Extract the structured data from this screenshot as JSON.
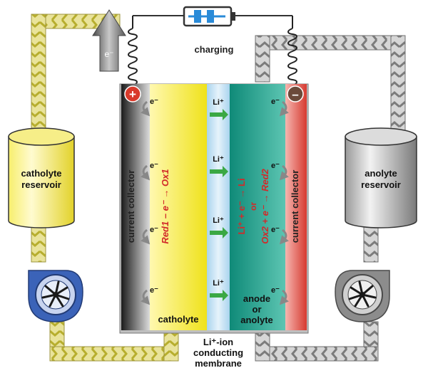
{
  "labels": {
    "charging": "charging",
    "electron_arrow": "e⁻",
    "catholyte_reservoir_line1": "catholyte",
    "catholyte_reservoir_line2": "reservoir",
    "anolyte_reservoir_line1": "anolyte",
    "anolyte_reservoir_line2": "reservoir",
    "current_collector_left": "current collector",
    "current_collector_right": "current collector",
    "cathode_reaction": "Red1 – e⁻ → Ox1",
    "anode_reaction_line1": "Li⁺ + e⁻ → Li",
    "anode_reaction_line2": "or",
    "anode_reaction_line3": "Ox2 + e⁻ → Red2",
    "catholyte": "catholyte",
    "anode_line1": "anode",
    "anode_line2": "or",
    "anode_line3": "anolyte",
    "membrane_line1": "Li⁺-ion",
    "membrane_line2": "conducting",
    "membrane_line3": "membrane",
    "li_ion": "Li⁺",
    "electron": "e⁻",
    "plus_sign": "+",
    "minus_sign": "–"
  },
  "colors": {
    "catholyte_yellow": "#f2e619",
    "anolyte_teal": "#1aa08c",
    "membrane_blue": "#bfe0f2",
    "anode_collector_red": "#e8453c",
    "cathode_collector_dark": "#2a2a2a",
    "pipe_yellow": "#c9c25a",
    "pipe_grey": "#8a8a8a",
    "pump_blue": "#3b63b8",
    "pump_grey": "#8c8c8c",
    "positive_terminal": "#d93a2b",
    "negative_terminal": "#6b4a3a",
    "li_arrow_green": "#3aa844",
    "battery_blue": "#2a8bd8"
  }
}
